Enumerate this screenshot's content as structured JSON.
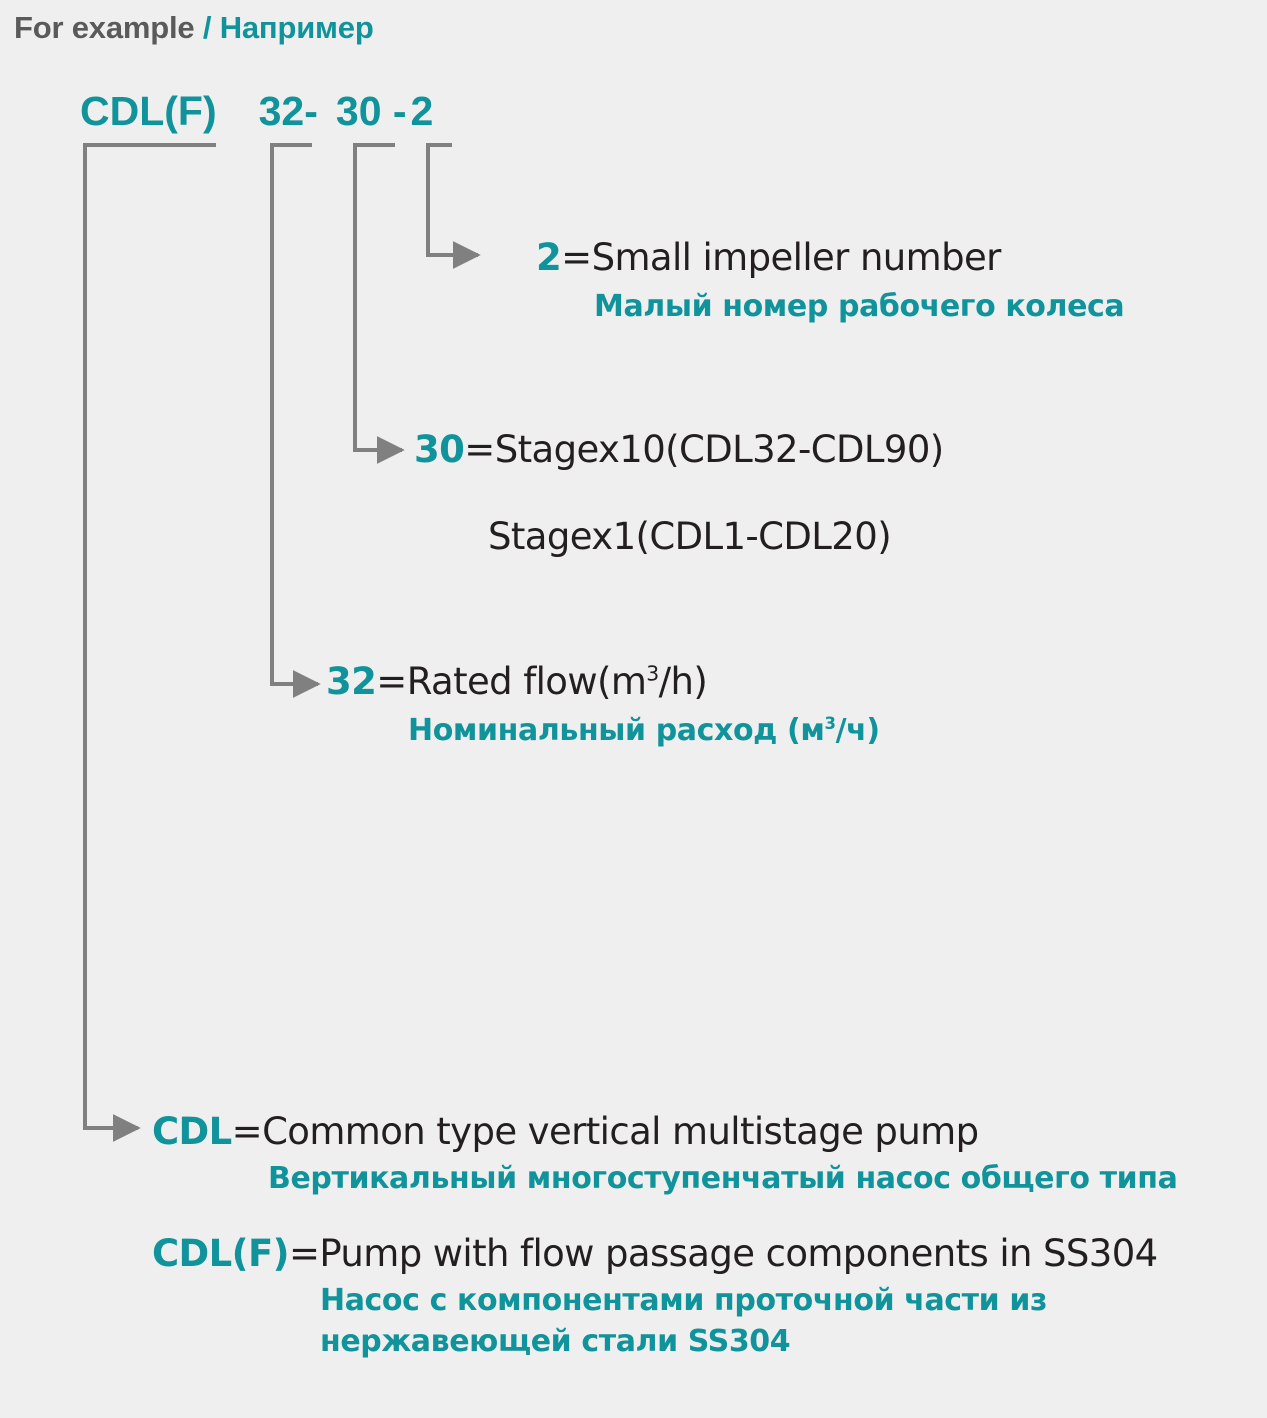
{
  "header": {
    "english": "For example",
    "separator": "/",
    "russian": "Например",
    "english_color": "#5a5a5a",
    "accent_color": "#10939a"
  },
  "model_code": {
    "segments": [
      "CDL(F)",
      "32-",
      "30 -",
      "2"
    ],
    "full": "CDL(F) 32- 30 - 2"
  },
  "callouts": {
    "impeller": {
      "key": "2",
      "equals": "=",
      "english": "Small impeller number",
      "russian": "Малый номер рабочего колеса"
    },
    "stage": {
      "key": "30",
      "equals": "=",
      "english": "Stagex10(CDL32-CDL90)",
      "english_second": "Stagex1(CDL1-CDL20)"
    },
    "flow": {
      "key": "32",
      "equals": "=",
      "english_before": "Rated flow(m",
      "english_sup": "3",
      "english_after": "/h)",
      "russian_before": "Номинальный расход (м",
      "russian_sup": "3",
      "russian_after": "/ч)"
    },
    "cdl": {
      "key": "CDL",
      "equals": "=",
      "english": "Common type vertical multistage pump",
      "russian": "Вертикальный многоступенчатый насос общего типа"
    },
    "cdlf": {
      "key": "CDL(F)",
      "equals": "=",
      "english": "Pump with flow passage components in SS304",
      "russian_line1": "Насос с компонентами проточной части из",
      "russian_line2": "нержавеющей стали SS304"
    }
  },
  "leaders": {
    "line_color": "#808080",
    "stroke_width": 4,
    "description": "bracket leader lines from each model code segment to its callout"
  },
  "colors": {
    "background": "#efefef",
    "accent_teal": "#10939a",
    "body_text": "#231f20",
    "header_gray": "#5a5a5a",
    "leader_gray": "#808080"
  }
}
